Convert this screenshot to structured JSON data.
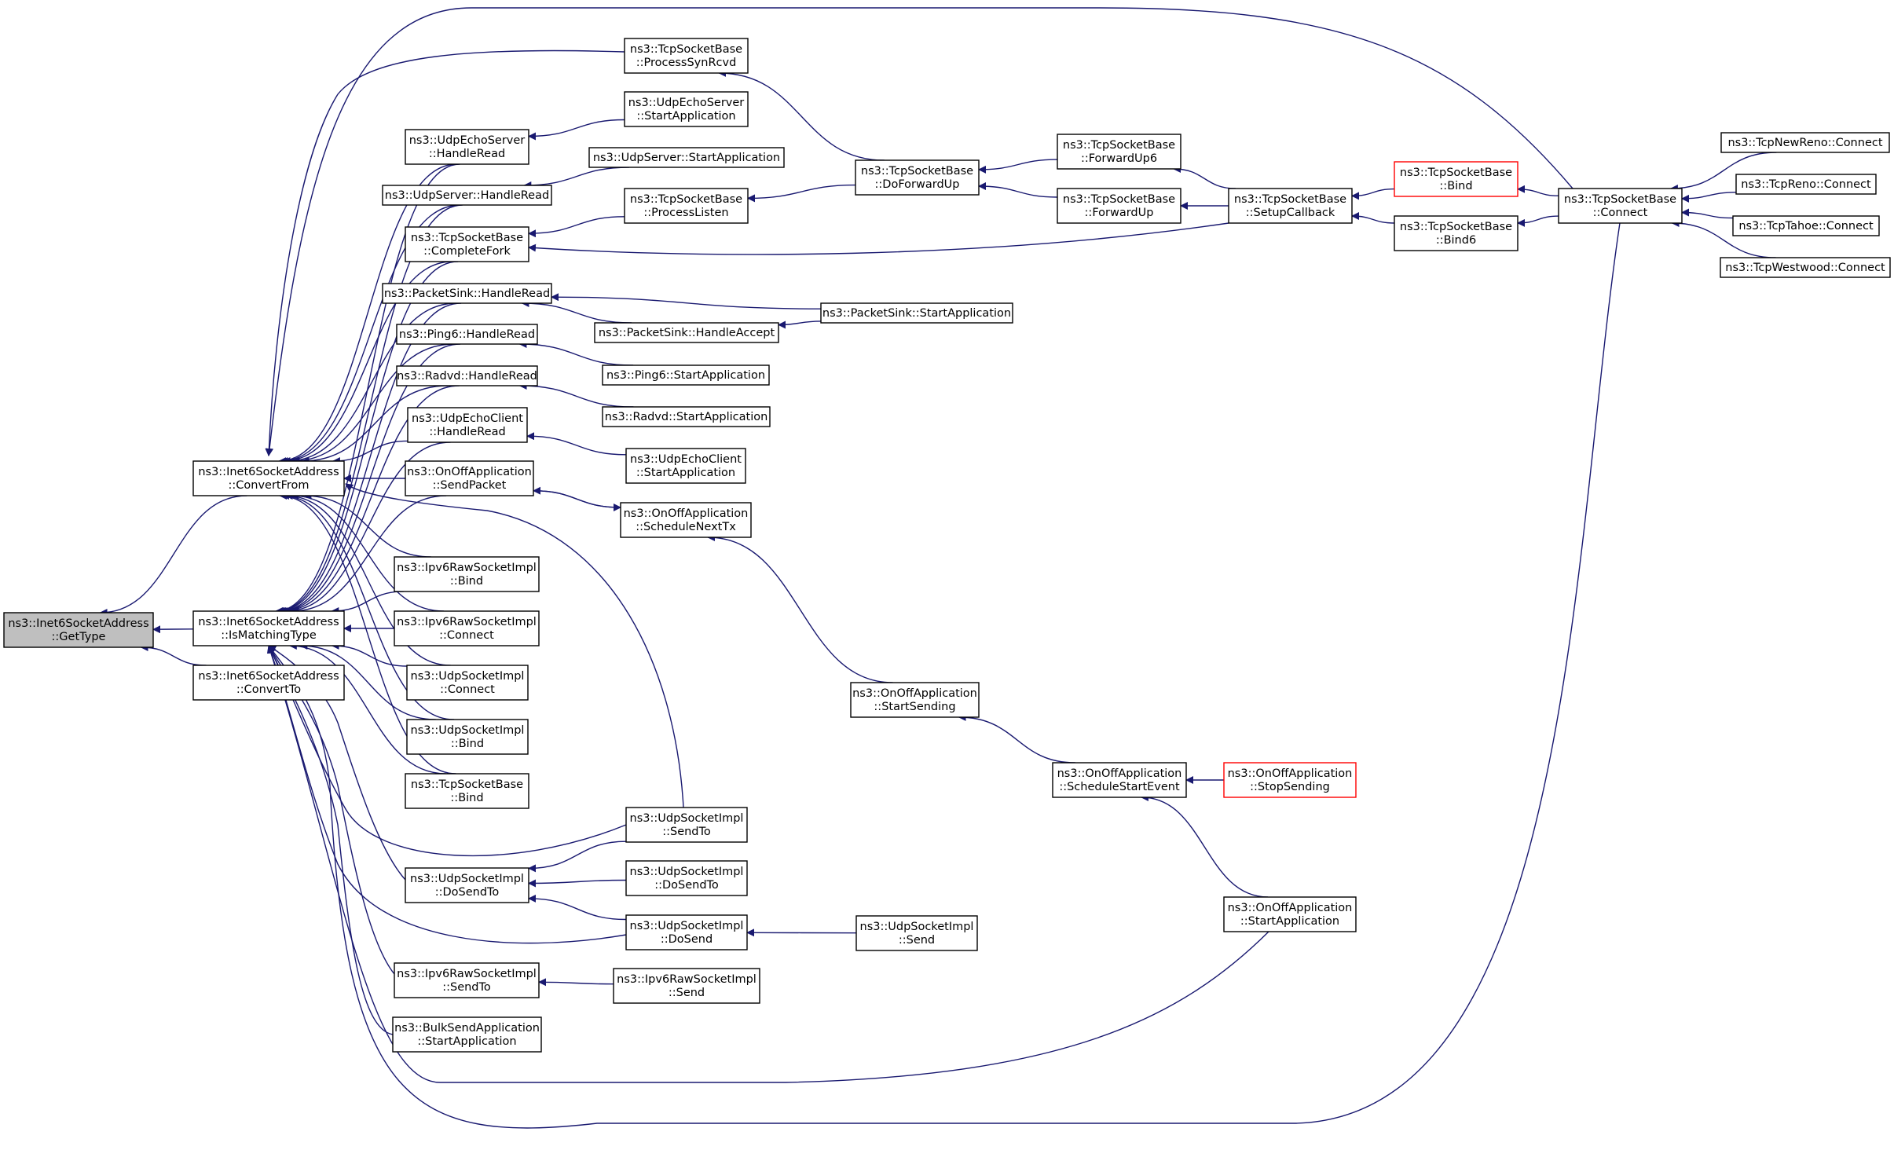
{
  "colors": {
    "edge": "#191970",
    "node_border": "#000000",
    "node_border_truncated": "#ff0000",
    "root_fill": "#bfbfbf",
    "background": "#ffffff"
  },
  "nodes": [
    {
      "id": "n_gettype",
      "lines": [
        "ns3::Inet6SocketAddress",
        "::GetType"
      ],
      "style": "root"
    },
    {
      "id": "n_convertfrom",
      "lines": [
        "ns3::Inet6SocketAddress",
        "::ConvertFrom"
      ]
    },
    {
      "id": "n_ismatching",
      "lines": [
        "ns3::Inet6SocketAddress",
        "::IsMatchingType"
      ]
    },
    {
      "id": "n_convertto",
      "lines": [
        "ns3::Inet6SocketAddress",
        "::ConvertTo"
      ]
    },
    {
      "id": "n_echoserver_hr",
      "lines": [
        "ns3::UdpEchoServer",
        "::HandleRead"
      ]
    },
    {
      "id": "n_udpserver_hr",
      "lines": [
        "ns3::UdpServer::HandleRead"
      ]
    },
    {
      "id": "n_completefork",
      "lines": [
        "ns3::TcpSocketBase",
        "::CompleteFork"
      ]
    },
    {
      "id": "n_packetsink_hr",
      "lines": [
        "ns3::PacketSink::HandleRead"
      ]
    },
    {
      "id": "n_ping6_hr",
      "lines": [
        "ns3::Ping6::HandleRead"
      ]
    },
    {
      "id": "n_radvd_hr",
      "lines": [
        "ns3::Radvd::HandleRead"
      ]
    },
    {
      "id": "n_echoclient_hr",
      "lines": [
        "ns3::UdpEchoClient",
        "::HandleRead"
      ]
    },
    {
      "id": "n_sendpacket",
      "lines": [
        "ns3::OnOffApplication",
        "::SendPacket"
      ]
    },
    {
      "id": "n_ipv6raw_bind",
      "lines": [
        "ns3::Ipv6RawSocketImpl",
        "::Bind"
      ]
    },
    {
      "id": "n_ipv6raw_connect",
      "lines": [
        "ns3::Ipv6RawSocketImpl",
        "::Connect"
      ]
    },
    {
      "id": "n_udpsock_connect",
      "lines": [
        "ns3::UdpSocketImpl",
        "::Connect"
      ]
    },
    {
      "id": "n_udpsock_bind",
      "lines": [
        "ns3::UdpSocketImpl",
        "::Bind"
      ]
    },
    {
      "id": "n_tcpbase_bind",
      "lines": [
        "ns3::TcpSocketBase",
        "::Bind"
      ]
    },
    {
      "id": "n_udpsock_dosendto",
      "lines": [
        "ns3::UdpSocketImpl",
        "::DoSendTo"
      ]
    },
    {
      "id": "n_ipv6raw_sendto",
      "lines": [
        "ns3::Ipv6RawSocketImpl",
        "::SendTo"
      ]
    },
    {
      "id": "n_bulksend_start",
      "lines": [
        "ns3::BulkSendApplication",
        "::StartApplication"
      ]
    },
    {
      "id": "n_processsynrcvd",
      "lines": [
        "ns3::TcpSocketBase",
        "::ProcessSynRcvd"
      ]
    },
    {
      "id": "n_echoserver_start",
      "lines": [
        "ns3::UdpEchoServer",
        "::StartApplication"
      ]
    },
    {
      "id": "n_udpserver_start",
      "lines": [
        "ns3::UdpServer::StartApplication"
      ]
    },
    {
      "id": "n_processlisten",
      "lines": [
        "ns3::TcpSocketBase",
        "::ProcessListen"
      ]
    },
    {
      "id": "n_handleaccept",
      "lines": [
        "ns3::PacketSink::HandleAccept"
      ]
    },
    {
      "id": "n_ping6_start",
      "lines": [
        "ns3::Ping6::StartApplication"
      ]
    },
    {
      "id": "n_radvd_start",
      "lines": [
        "ns3::Radvd::StartApplication"
      ]
    },
    {
      "id": "n_echoclient_start",
      "lines": [
        "ns3::UdpEchoClient",
        "::StartApplication"
      ]
    },
    {
      "id": "n_schedulenexttx",
      "lines": [
        "ns3::OnOffApplication",
        "::ScheduleNextTx"
      ]
    },
    {
      "id": "n_udpsock_sendto",
      "lines": [
        "ns3::UdpSocketImpl",
        "::SendTo"
      ]
    },
    {
      "id": "n_udpsock_dosendto2",
      "lines": [
        "ns3::UdpSocketImpl",
        "::DoSendTo"
      ]
    },
    {
      "id": "n_udpsock_dosend",
      "lines": [
        "ns3::UdpSocketImpl",
        "::DoSend"
      ]
    },
    {
      "id": "n_ipv6raw_send",
      "lines": [
        "ns3::Ipv6RawSocketImpl",
        "::Send"
      ]
    },
    {
      "id": "n_doforwardup",
      "lines": [
        "ns3::TcpSocketBase",
        "::DoForwardUp"
      ]
    },
    {
      "id": "n_packetsink_start",
      "lines": [
        "ns3::PacketSink::StartApplication"
      ]
    },
    {
      "id": "n_startsending",
      "lines": [
        "ns3::OnOffApplication",
        "::StartSending"
      ]
    },
    {
      "id": "n_udpsock_send",
      "lines": [
        "ns3::UdpSocketImpl",
        "::Send"
      ]
    },
    {
      "id": "n_forwardup6",
      "lines": [
        "ns3::TcpSocketBase",
        "::ForwardUp6"
      ]
    },
    {
      "id": "n_forwardup",
      "lines": [
        "ns3::TcpSocketBase",
        "::ForwardUp"
      ]
    },
    {
      "id": "n_schedulestartevent",
      "lines": [
        "ns3::OnOffApplication",
        "::ScheduleStartEvent"
      ]
    },
    {
      "id": "n_setupcallback",
      "lines": [
        "ns3::TcpSocketBase",
        "::SetupCallback"
      ]
    },
    {
      "id": "n_stopsending",
      "lines": [
        "ns3::OnOffApplication",
        "::StopSending"
      ],
      "style": "red"
    },
    {
      "id": "n_onoff_start",
      "lines": [
        "ns3::OnOffApplication",
        "::StartApplication"
      ]
    },
    {
      "id": "n_tcpbase_bind2",
      "lines": [
        "ns3::TcpSocketBase",
        "::Bind"
      ],
      "style": "red"
    },
    {
      "id": "n_tcpbase_bind6",
      "lines": [
        "ns3::TcpSocketBase",
        "::Bind6"
      ]
    },
    {
      "id": "n_tcpbase_connect",
      "lines": [
        "ns3::TcpSocketBase",
        "::Connect"
      ]
    },
    {
      "id": "n_newreno",
      "lines": [
        "ns3::TcpNewReno::Connect"
      ]
    },
    {
      "id": "n_reno",
      "lines": [
        "ns3::TcpReno::Connect"
      ]
    },
    {
      "id": "n_tahoe",
      "lines": [
        "ns3::TcpTahoe::Connect"
      ]
    },
    {
      "id": "n_westwood",
      "lines": [
        "ns3::TcpWestwood::Connect"
      ]
    }
  ],
  "edges": [
    {
      "from": "n_convertfrom",
      "to": "n_gettype"
    },
    {
      "from": "n_ismatching",
      "to": "n_gettype"
    },
    {
      "from": "n_convertto",
      "to": "n_gettype"
    },
    {
      "from": "n_echoserver_hr",
      "to": "n_convertfrom"
    },
    {
      "from": "n_udpserver_hr",
      "to": "n_convertfrom"
    },
    {
      "from": "n_completefork",
      "to": "n_convertfrom"
    },
    {
      "from": "n_packetsink_hr",
      "to": "n_convertfrom"
    },
    {
      "from": "n_ping6_hr",
      "to": "n_convertfrom"
    },
    {
      "from": "n_radvd_hr",
      "to": "n_convertfrom"
    },
    {
      "from": "n_echoclient_hr",
      "to": "n_convertfrom"
    },
    {
      "from": "n_sendpacket",
      "to": "n_convertfrom"
    },
    {
      "from": "n_ipv6raw_bind",
      "to": "n_convertfrom"
    },
    {
      "from": "n_ipv6raw_connect",
      "to": "n_convertfrom"
    },
    {
      "from": "n_udpsock_connect",
      "to": "n_convertfrom"
    },
    {
      "from": "n_udpsock_bind",
      "to": "n_convertfrom"
    },
    {
      "from": "n_tcpbase_bind",
      "to": "n_convertfrom"
    },
    {
      "from": "n_udpsock_sendto",
      "to": "n_convertfrom"
    },
    {
      "from": "n_processsynrcvd",
      "to": "n_convertfrom"
    },
    {
      "from": "n_tcpbase_connect",
      "to": "n_convertfrom"
    },
    {
      "from": "n_echoserver_hr",
      "to": "n_ismatching"
    },
    {
      "from": "n_udpserver_hr",
      "to": "n_ismatching"
    },
    {
      "from": "n_completefork",
      "to": "n_ismatching"
    },
    {
      "from": "n_packetsink_hr",
      "to": "n_ismatching"
    },
    {
      "from": "n_ping6_hr",
      "to": "n_ismatching"
    },
    {
      "from": "n_radvd_hr",
      "to": "n_ismatching"
    },
    {
      "from": "n_echoclient_hr",
      "to": "n_ismatching"
    },
    {
      "from": "n_sendpacket",
      "to": "n_ismatching"
    },
    {
      "from": "n_ipv6raw_bind",
      "to": "n_ismatching"
    },
    {
      "from": "n_ipv6raw_connect",
      "to": "n_ismatching"
    },
    {
      "from": "n_udpsock_connect",
      "to": "n_ismatching"
    },
    {
      "from": "n_udpsock_bind",
      "to": "n_ismatching"
    },
    {
      "from": "n_tcpbase_bind",
      "to": "n_ismatching"
    },
    {
      "from": "n_udpsock_dosendto",
      "to": "n_ismatching"
    },
    {
      "from": "n_ipv6raw_sendto",
      "to": "n_ismatching"
    },
    {
      "from": "n_bulksend_start",
      "to": "n_ismatching"
    },
    {
      "from": "n_udpsock_sendto",
      "to": "n_ismatching"
    },
    {
      "from": "n_udpsock_dosend",
      "to": "n_ismatching"
    },
    {
      "from": "n_onoff_start",
      "to": "n_ismatching"
    },
    {
      "from": "n_tcpbase_connect",
      "to": "n_ismatching"
    },
    {
      "from": "n_echoserver_start",
      "to": "n_echoserver_hr"
    },
    {
      "from": "n_udpserver_start",
      "to": "n_udpserver_hr"
    },
    {
      "from": "n_processlisten",
      "to": "n_completefork"
    },
    {
      "from": "n_setupcallback",
      "to": "n_completefork"
    },
    {
      "from": "n_handleaccept",
      "to": "n_packetsink_hr"
    },
    {
      "from": "n_packetsink_start",
      "to": "n_packetsink_hr"
    },
    {
      "from": "n_ping6_start",
      "to": "n_ping6_hr"
    },
    {
      "from": "n_radvd_start",
      "to": "n_radvd_hr"
    },
    {
      "from": "n_echoclient_start",
      "to": "n_echoclient_hr"
    },
    {
      "from": "n_schedulenexttx",
      "to": "n_sendpacket"
    },
    {
      "from": "n_sendpacket",
      "to": "n_schedulenexttx"
    },
    {
      "from": "n_startsending",
      "to": "n_schedulenexttx"
    },
    {
      "from": "n_udpsock_sendto",
      "to": "n_udpsock_dosendto"
    },
    {
      "from": "n_udpsock_dosendto2",
      "to": "n_udpsock_dosendto"
    },
    {
      "from": "n_udpsock_dosend",
      "to": "n_udpsock_dosendto"
    },
    {
      "from": "n_ipv6raw_send",
      "to": "n_ipv6raw_sendto"
    },
    {
      "from": "n_doforwardup",
      "to": "n_processsynrcvd"
    },
    {
      "from": "n_doforwardup",
      "to": "n_processlisten"
    },
    {
      "from": "n_packetsink_start",
      "to": "n_handleaccept"
    },
    {
      "from": "n_udpsock_send",
      "to": "n_udpsock_dosend"
    },
    {
      "from": "n_forwardup6",
      "to": "n_doforwardup"
    },
    {
      "from": "n_forwardup",
      "to": "n_doforwardup"
    },
    {
      "from": "n_schedulestartevent",
      "to": "n_startsending"
    },
    {
      "from": "n_setupcallback",
      "to": "n_forwardup6"
    },
    {
      "from": "n_setupcallback",
      "to": "n_forwardup"
    },
    {
      "from": "n_stopsending",
      "to": "n_schedulestartevent"
    },
    {
      "from": "n_onoff_start",
      "to": "n_schedulestartevent"
    },
    {
      "from": "n_tcpbase_bind2",
      "to": "n_setupcallback"
    },
    {
      "from": "n_tcpbase_bind6",
      "to": "n_setupcallback"
    },
    {
      "from": "n_tcpbase_connect",
      "to": "n_tcpbase_bind2"
    },
    {
      "from": "n_tcpbase_connect",
      "to": "n_tcpbase_bind6"
    },
    {
      "from": "n_newreno",
      "to": "n_tcpbase_connect"
    },
    {
      "from": "n_reno",
      "to": "n_tcpbase_connect"
    },
    {
      "from": "n_tahoe",
      "to": "n_tcpbase_connect"
    },
    {
      "from": "n_westwood",
      "to": "n_tcpbase_connect"
    }
  ]
}
